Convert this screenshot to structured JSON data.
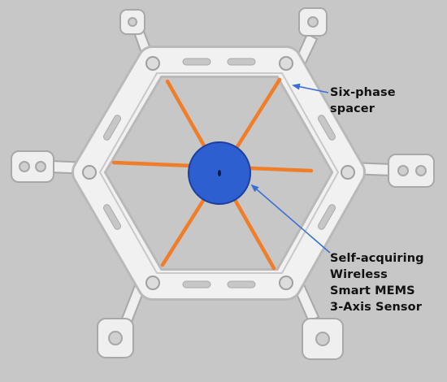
{
  "labels": {
    "spacer": [
      "Six-phase",
      "spacer"
    ],
    "sensor": [
      "Self-acquiring",
      "Wireless",
      "Smart MEMS",
      "3-Axis Sensor"
    ]
  },
  "colors": {
    "background": "#c7c7c7",
    "frame": "#f1f1f1",
    "frame_edge": "#b9b9b9",
    "rod": "#f07d2a",
    "sensor_fill": "#2e5fd0",
    "sensor_edge": "#1b3f9e",
    "arrow": "#3b6fd4"
  },
  "icons": {
    "spacer_arrow": "arrow-left-icon",
    "sensor_arrow": "arrow-left-icon"
  }
}
